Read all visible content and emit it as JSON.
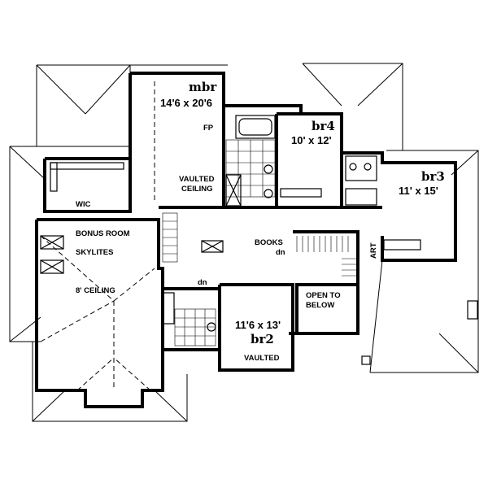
{
  "rooms": {
    "mbr": {
      "name": "mbr",
      "size": "14'6 x 20'6"
    },
    "br4": {
      "name": "br4",
      "size": "10' x 12'"
    },
    "br3": {
      "name": "br3",
      "size": "11' x 15'"
    },
    "br2": {
      "name": "br2",
      "size": "11'6 x 13'"
    }
  },
  "labels": {
    "fp": "FP",
    "wic": "WIC",
    "vaulted_ceiling_1": "VAULTED",
    "vaulted_ceiling_2": "CEILING",
    "bonus_room": "BONUS ROOM",
    "skylites": "SKYLITES",
    "ceiling_8": "8' CEILING",
    "books": "BOOKS",
    "dn_1": "dn",
    "dn_2": "dn",
    "art": "ART",
    "open_below_1": "OPEN TO",
    "open_below_2": "BELOW",
    "vaulted_br2": "VAULTED"
  }
}
